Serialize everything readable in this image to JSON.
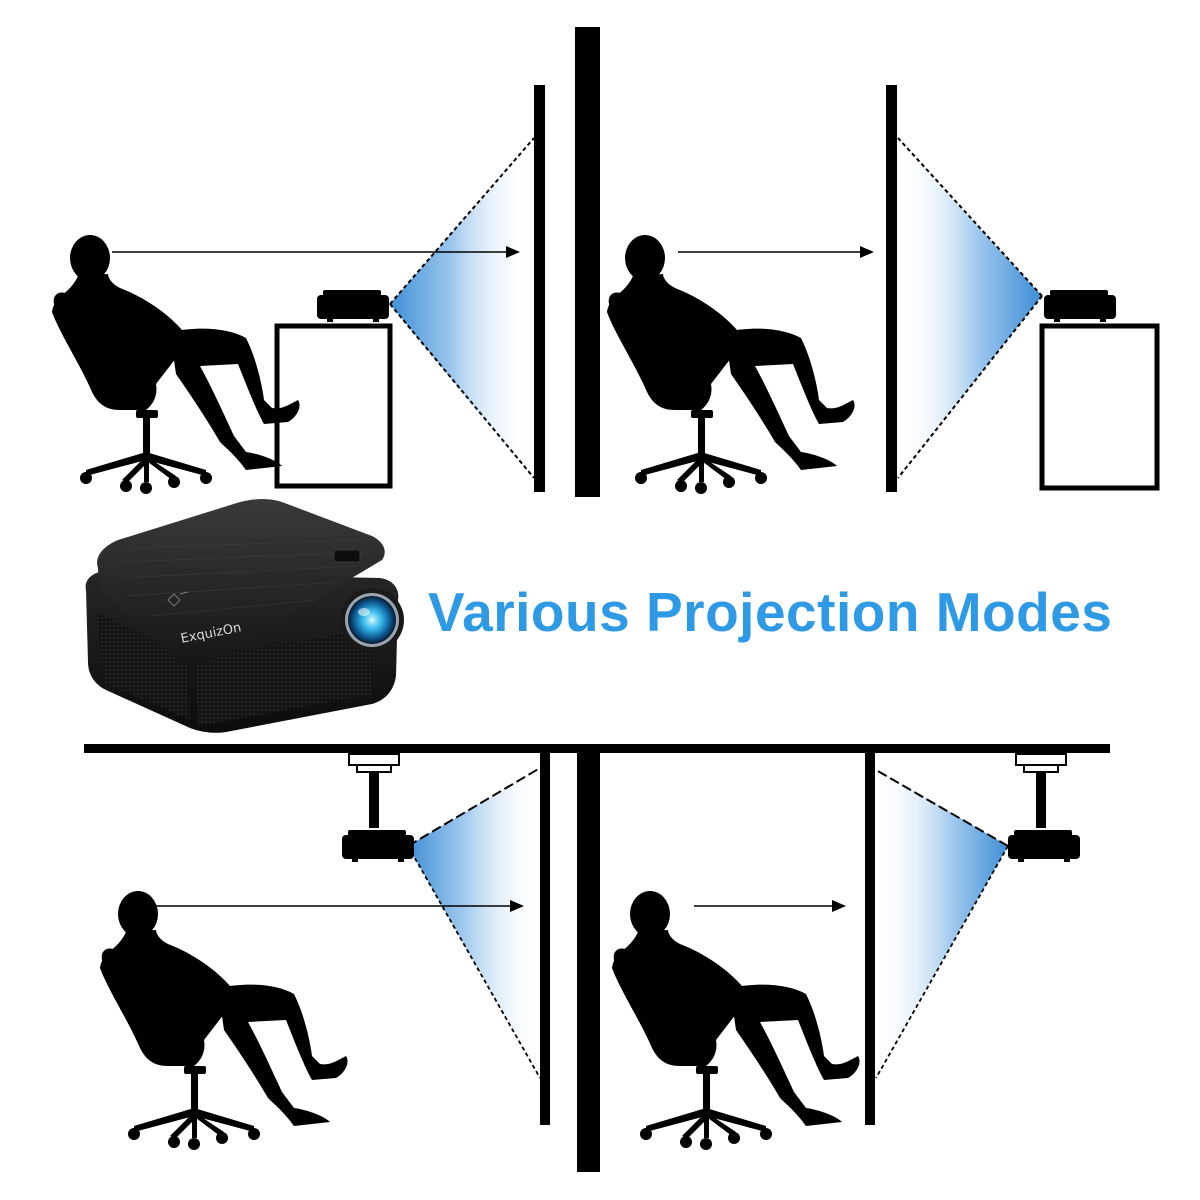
{
  "title": "Various Projection Modes",
  "product": {
    "brand_label": "ExquizOn",
    "name": "projector-photo"
  },
  "colors": {
    "title": "#2e9ae6",
    "beam_strong": "#3f8fd6",
    "beam_fade": "#ffffff",
    "ink": "#000000",
    "background": "#ffffff"
  },
  "modes": [
    {
      "id": "front-table",
      "position": "top-left",
      "mount": "table",
      "projection": "front"
    },
    {
      "id": "rear-table",
      "position": "top-right",
      "mount": "table",
      "projection": "rear"
    },
    {
      "id": "front-ceiling",
      "position": "bottom-left",
      "mount": "ceiling",
      "projection": "front"
    },
    {
      "id": "rear-ceiling",
      "position": "bottom-right",
      "mount": "ceiling",
      "projection": "rear"
    }
  ]
}
